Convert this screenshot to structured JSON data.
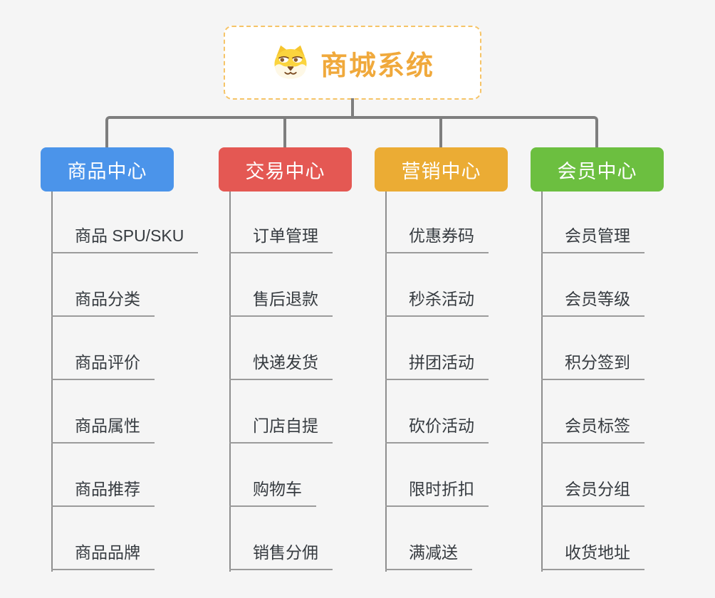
{
  "canvas": {
    "background": "#F5F5F5",
    "connector_color": "#7E7E7E",
    "stem_color": "#8E8E8E",
    "underline_color": "#9B9B9B",
    "leaf_text_color": "#363B40"
  },
  "root": {
    "label": "商城系统",
    "icon": "dog-face-icon",
    "text_color": "#F0A93C",
    "border_color": "#F6C467"
  },
  "branches": [
    {
      "label": "商品中心",
      "color": "#4B94EA",
      "items": [
        "商品 SPU/SKU",
        "商品分类",
        "商品评价",
        "商品属性",
        "商品推荐",
        "商品品牌"
      ]
    },
    {
      "label": "交易中心",
      "color": "#E45853",
      "items": [
        "订单管理",
        "售后退款",
        "快递发货",
        "门店自提",
        "购物车",
        "销售分佣"
      ]
    },
    {
      "label": "营销中心",
      "color": "#EBAC34",
      "items": [
        "优惠券码",
        "秒杀活动",
        "拼团活动",
        "砍价活动",
        "限时折扣",
        "满减送"
      ]
    },
    {
      "label": "会员中心",
      "color": "#6CBF40",
      "items": [
        "会员管理",
        "会员等级",
        "积分签到",
        "会员标签",
        "会员分组",
        "收货地址"
      ]
    }
  ]
}
